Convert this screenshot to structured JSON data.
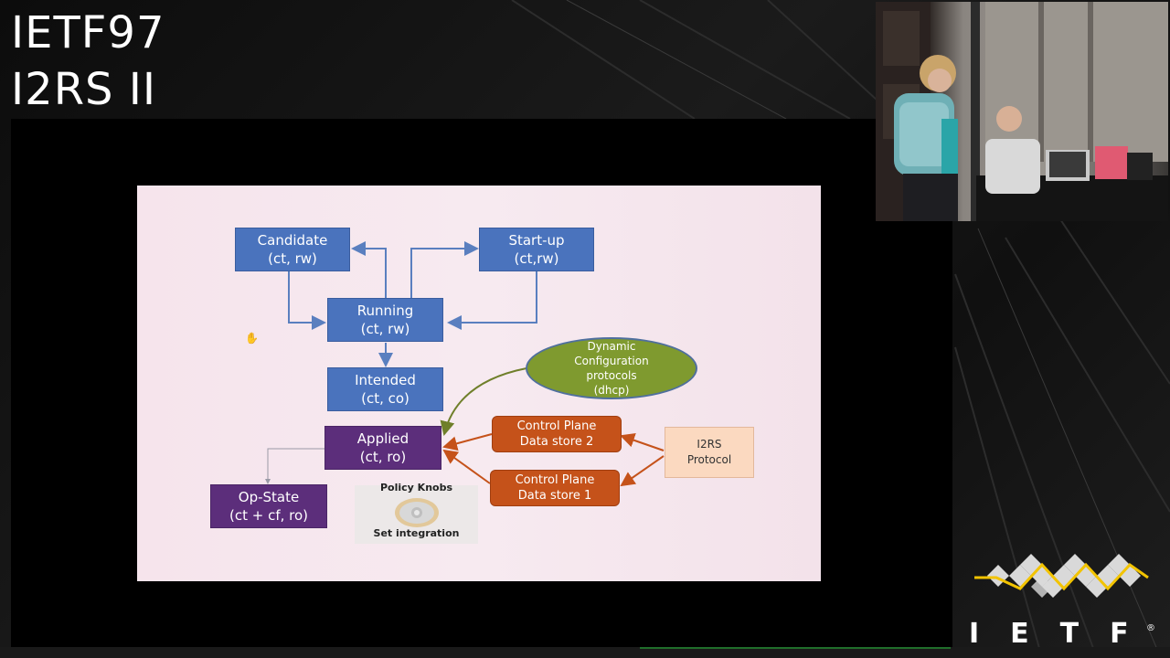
{
  "event": {
    "line1": "IETF97",
    "line2": "I2RS II"
  },
  "slide": {
    "nodes": {
      "candidate": {
        "name": "Candidate",
        "attrs": "(ct, rw)"
      },
      "startup": {
        "name": "Start-up",
        "attrs": "(ct,rw)"
      },
      "running": {
        "name": "Running",
        "attrs": "(ct, rw)"
      },
      "intended": {
        "name": "Intended",
        "attrs": "(ct, co)"
      },
      "applied": {
        "name": "Applied",
        "attrs": "(ct, ro)"
      },
      "opstate": {
        "name": "Op-State",
        "attrs": "(ct + cf, ro)"
      },
      "dynamic": {
        "l1": "Dynamic",
        "l2": "Configuration",
        "l3": "protocols",
        "l4": "(dhcp)"
      },
      "cp2": {
        "l1": "Control Plane",
        "l2": "Data store 2"
      },
      "cp1": {
        "l1": "Control Plane",
        "l2": "Data store 1"
      },
      "i2rs": {
        "l1": "I2RS",
        "l2": "Protocol"
      }
    },
    "policy": {
      "top": "Policy Knobs",
      "bottom": "Set integration"
    }
  },
  "logo": {
    "letters": "IETF",
    "mark": "®"
  },
  "colors": {
    "blue": "#4a73bd",
    "purple": "#5c2e7b",
    "orange": "#c5521a",
    "olive": "#7f9a2f",
    "peach": "#fbd9c0",
    "arrow_blue": "#5a7fbf",
    "arrow_orange": "#c5521a",
    "logo_yellow": "#f2c300"
  }
}
